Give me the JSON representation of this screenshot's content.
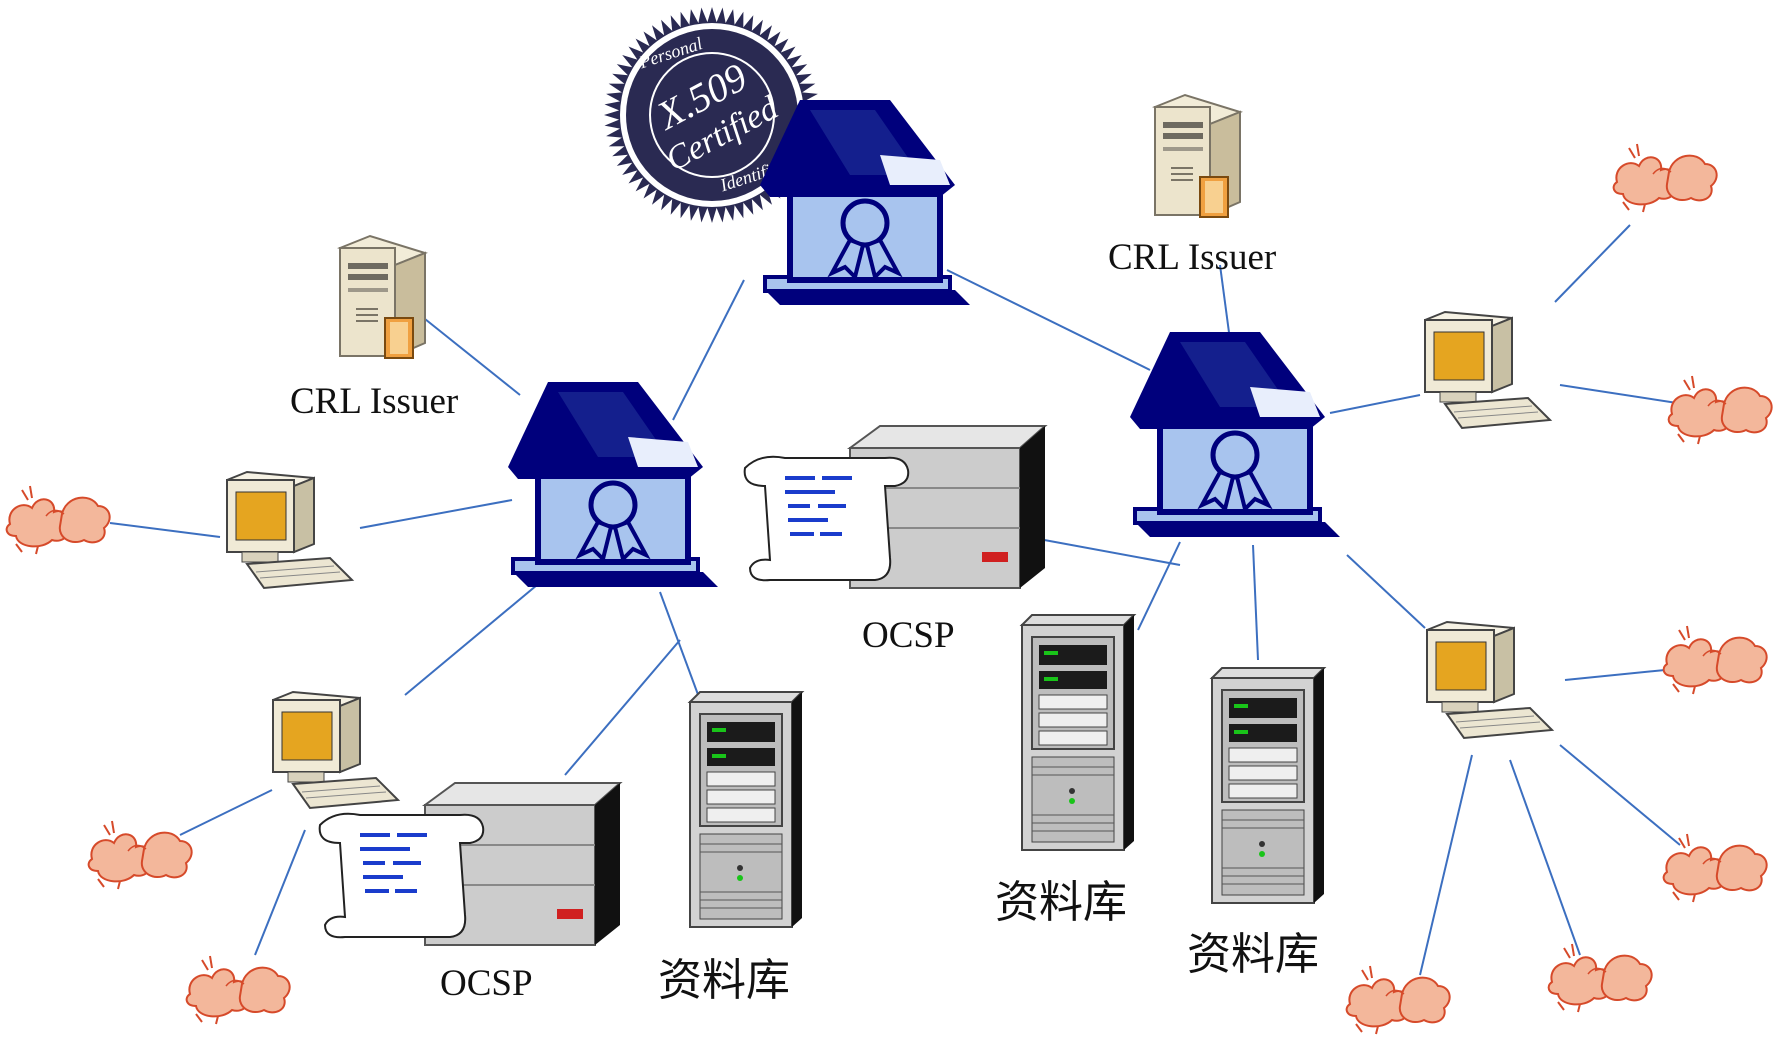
{
  "colors": {
    "link": "#3c6fc0",
    "ca_dark": "#00007c",
    "ca_light": "#a8c4ee",
    "crt_body": "#f0ece0",
    "crt_screen": "#e5a520",
    "server_gray": "#c8c8c8",
    "user_icon": "#f3b79b",
    "user_outline": "#d64a2a",
    "seal_dark": "#2a2a52"
  },
  "seal": {
    "text_main": "X.509",
    "text_sub": "Certified",
    "text_arc_top": "Personal",
    "text_arc_bottom": "Identifier"
  },
  "labels": {
    "crl_left": "CRL Issuer",
    "crl_right": "CRL Issuer",
    "ocsp_center": "OCSP",
    "ocsp_bottom": "OCSP",
    "repo_left": "资料库",
    "repo_mid": "资料库",
    "repo_right": "资料库"
  },
  "icons": {
    "ca": "certificate-authority-icon",
    "crl": "crl-server-icon",
    "ocsp": "ocsp-server-icon",
    "repository": "repository-server-icon",
    "workstation": "workstation-icon",
    "user": "end-user-icon",
    "seal": "x509-seal-icon"
  }
}
